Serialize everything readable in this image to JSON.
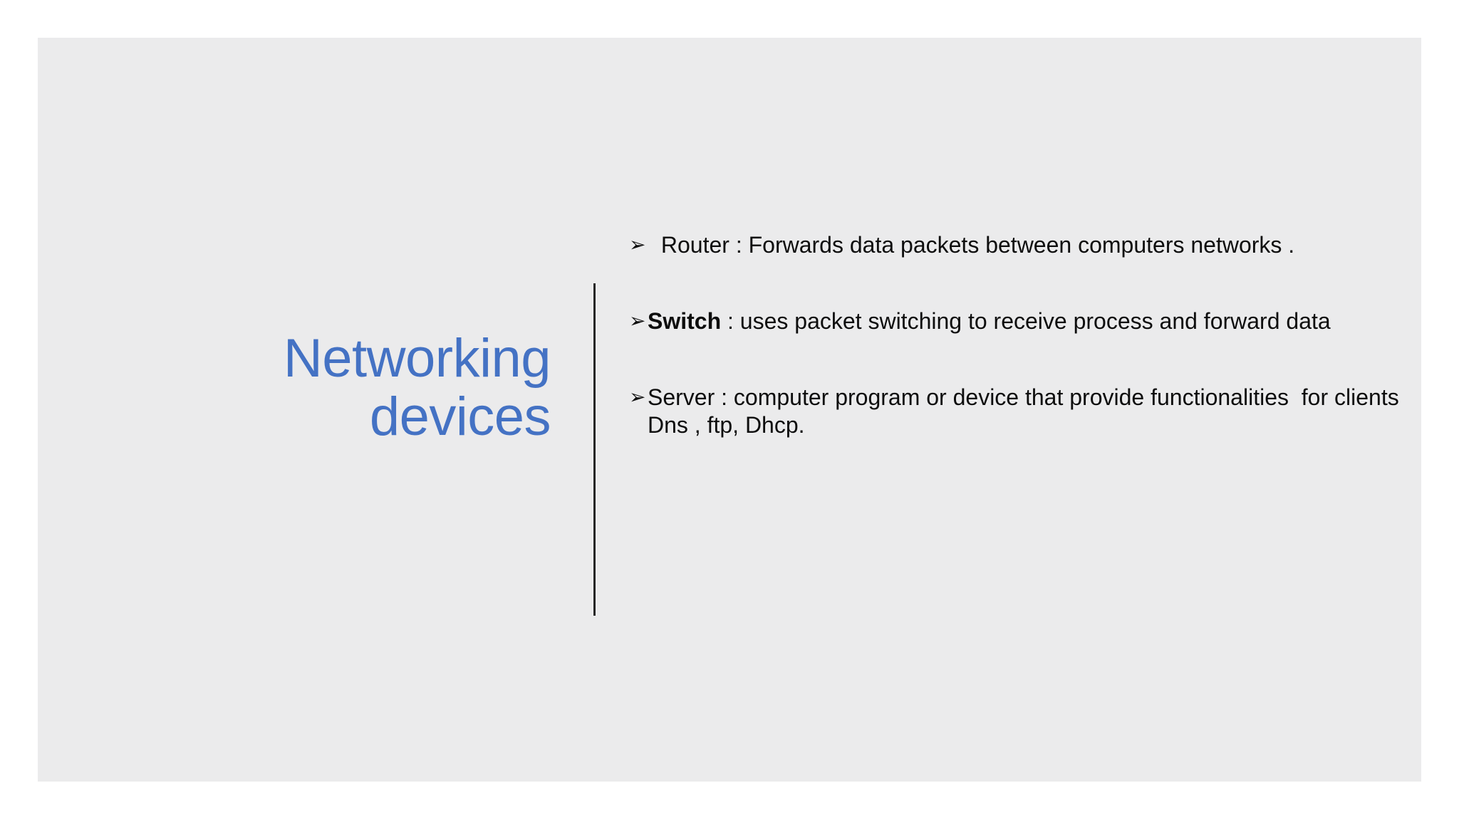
{
  "slide": {
    "background_color": "#ebebec",
    "page_background_color": "#ffffff",
    "accent_color": "#4472c4",
    "text_color": "#0d0d0d",
    "divider_color": "#262626",
    "title": "Networking devices",
    "bullet_marker": "➢",
    "bullets": [
      {
        "marker": "➢",
        "lead_text": " Router : Forwards data packets between computers networks .",
        "bold_lead": "",
        "rest": " Router : Forwards data packets between computers networks ."
      },
      {
        "marker": "➢",
        "lead_text": "Switch : uses packet switching to receive process and forward data",
        "bold_lead": "Switch",
        "rest": " : uses packet switching to receive process and forward data"
      },
      {
        "marker": "➢",
        "lead_text": "Server : computer program or device that provide functionalities  for clients Dns , ftp, Dhcp.",
        "bold_lead": "",
        "rest": "Server : computer program or device that provide functionalities  for clients Dns , ftp, Dhcp."
      }
    ]
  }
}
